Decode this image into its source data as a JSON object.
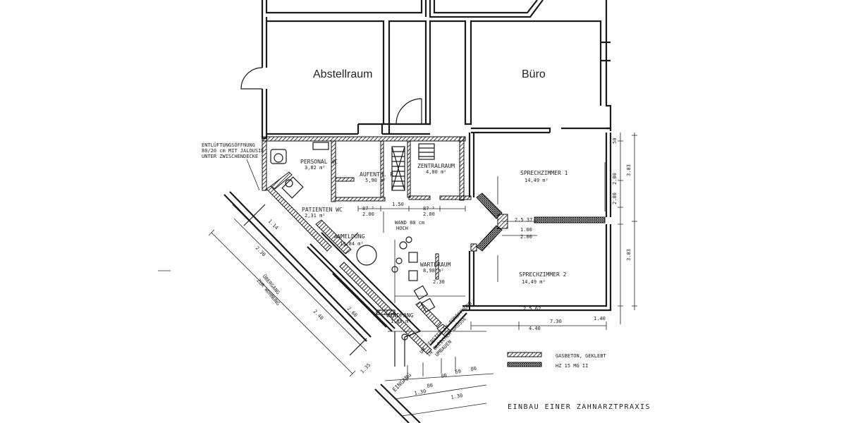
{
  "rooms": {
    "abstellraum": "Abstellraum",
    "buero": "Büro",
    "personal_wc": "PERSONAL WC",
    "personal_wc_area": "3,82 m²",
    "aufenthaltsraum": "AUFENTH. R.",
    "aufenthaltsraum_area": "5,90 m²",
    "zentralraum": "ZENTRALRAUM",
    "zentralraum_area": "4,00 m²",
    "sprechzimmer1": "SPRECHZIMMER 1",
    "sprechzimmer1_area": "14,49 m²",
    "sprechzimmer2": "SPRECHZIMMER 2",
    "sprechzimmer2_area": "14,49 m²",
    "patienten_wc": "PATIENTEN WC",
    "patienten_wc_area": "2,31 m²",
    "anmeldung": "ANMELDUNG",
    "anmeldung_area": "13,84 m²",
    "warteraum": "WARTERAUM",
    "warteraum_area": "8,98 m²",
    "windfang": "WINDFANG",
    "windfang_area": "1,85 m²",
    "eingang": "EINGANG"
  },
  "notes": {
    "entlueftung": [
      "ENTLÜFTUNGSÖFFNUNG",
      "80/20 cm MIT JALOUSIE",
      "UNTER ZWISCHENDECKE"
    ],
    "wand": [
      "WAND 80 cm",
      "HOCH"
    ],
    "uebergang": [
      "ÜBERGANG",
      "ZUR WOHNUNG"
    ],
    "fenster": [
      "UM FENSTER IN TÜRÖFFNUNG",
      "IN GLEICHER GRÖSSE",
      "UMBAUEN"
    ]
  },
  "legend": {
    "gasbeton": "GASBETON, GEKLEBT",
    "hz": "HZ 15 MG II"
  },
  "title": "EINBAU EINER ZAHNARZTPRAXIS",
  "dimensions": {
    "d1": "1.50",
    "d2": "87 ⁵",
    "d3": "2.00",
    "d4": "87 ⁵",
    "d5": "2.00",
    "d6": "1.00",
    "d7": "2.00",
    "d8": "2.5 37",
    "d9": "2.00",
    "d10": "3.03",
    "d11": "2.30",
    "d12": "2.5 62",
    "d13": "4.40",
    "d14": "7.30",
    "d15": "1.40",
    "d16": "50",
    "d17": "3.03",
    "d18": "2.00",
    "d19": "1.14",
    "d20": "2.30",
    "d21": "2.60",
    "d22": "1.35",
    "d23": "2.40",
    "d24": "1.30",
    "d25": "80",
    "d26": "69",
    "d27": "80",
    "d28": "1.30",
    "d29": "80"
  }
}
